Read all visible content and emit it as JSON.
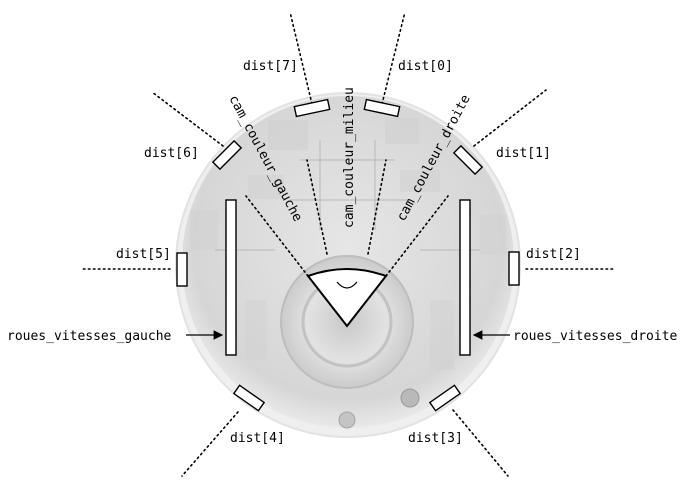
{
  "colors": {
    "robot_body": "#dadada",
    "robot_rim": "#eeeeee",
    "camera_wedge": "#ffffff",
    "ink": "#000000"
  },
  "labels": {
    "dist_0": "dist[0]",
    "dist_1": "dist[1]",
    "dist_2": "dist[2]",
    "dist_3": "dist[3]",
    "dist_4": "dist[4]",
    "dist_5": "dist[5]",
    "dist_6": "dist[6]",
    "dist_7": "dist[7]",
    "cam_gauche": "cam_couleur_gauche",
    "cam_milieu": "cam_couleur_milieu",
    "cam_droite": "cam_couleur_droite",
    "roues_gauche": "roues_vitesses_gauche",
    "roues_droite": "roues_vitesses_droite"
  }
}
